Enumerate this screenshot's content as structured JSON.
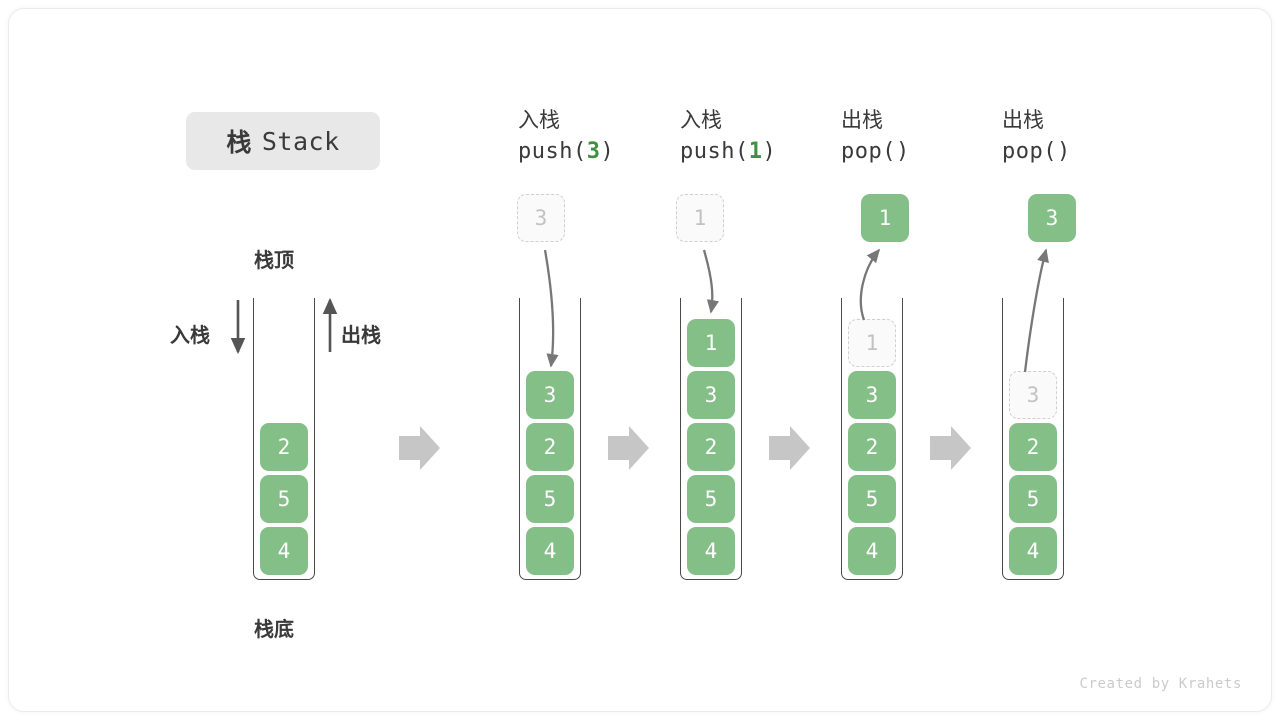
{
  "title": {
    "cn": "栈",
    "en": "Stack"
  },
  "labels": {
    "top": "栈顶",
    "bottom": "栈底",
    "push_side": "入栈",
    "pop_side": "出栈"
  },
  "colors": {
    "cell_green": "#85bf88",
    "accent_green": "#3f9142",
    "ghost_border": "#cfcfcf",
    "ghost_text": "#c2c2c2",
    "container_stroke": "#4a4a4a",
    "arrow_gray": "#c6c6c6",
    "curve_gray": "#777777",
    "badge_bg": "#e8e8e8",
    "text_dark": "#3a3a3a"
  },
  "base_stack": {
    "name": "initial-stack",
    "cells": [
      "2",
      "5",
      "4"
    ]
  },
  "steps": [
    {
      "id": "push-3",
      "op_cn": "入栈",
      "code_prefix": "push(",
      "code_arg": "3",
      "code_suffix": ")",
      "float_value": "3",
      "float_kind": "ghost",
      "direction": "down",
      "cells": [
        {
          "value": "3",
          "kind": "solid"
        },
        {
          "value": "2",
          "kind": "solid"
        },
        {
          "value": "5",
          "kind": "solid"
        },
        {
          "value": "4",
          "kind": "solid"
        }
      ]
    },
    {
      "id": "push-1",
      "op_cn": "入栈",
      "code_prefix": "push(",
      "code_arg": "1",
      "code_suffix": ")",
      "float_value": "1",
      "float_kind": "ghost",
      "direction": "down",
      "cells": [
        {
          "value": "1",
          "kind": "solid"
        },
        {
          "value": "3",
          "kind": "solid"
        },
        {
          "value": "2",
          "kind": "solid"
        },
        {
          "value": "5",
          "kind": "solid"
        },
        {
          "value": "4",
          "kind": "solid"
        }
      ]
    },
    {
      "id": "pop-1",
      "op_cn": "出栈",
      "code_prefix": "pop(",
      "code_arg": "",
      "code_suffix": ")",
      "float_value": "1",
      "float_kind": "solid",
      "direction": "up",
      "cells": [
        {
          "value": "1",
          "kind": "ghost"
        },
        {
          "value": "3",
          "kind": "solid"
        },
        {
          "value": "2",
          "kind": "solid"
        },
        {
          "value": "5",
          "kind": "solid"
        },
        {
          "value": "4",
          "kind": "solid"
        }
      ]
    },
    {
      "id": "pop-3",
      "op_cn": "出栈",
      "code_prefix": "pop(",
      "code_arg": "",
      "code_suffix": ")",
      "float_value": "3",
      "float_kind": "solid",
      "direction": "up",
      "cells": [
        {
          "value": "3",
          "kind": "ghost"
        },
        {
          "value": "2",
          "kind": "solid"
        },
        {
          "value": "5",
          "kind": "solid"
        },
        {
          "value": "4",
          "kind": "solid"
        }
      ]
    }
  ],
  "separators": 4,
  "footer": "Created by Krahets"
}
